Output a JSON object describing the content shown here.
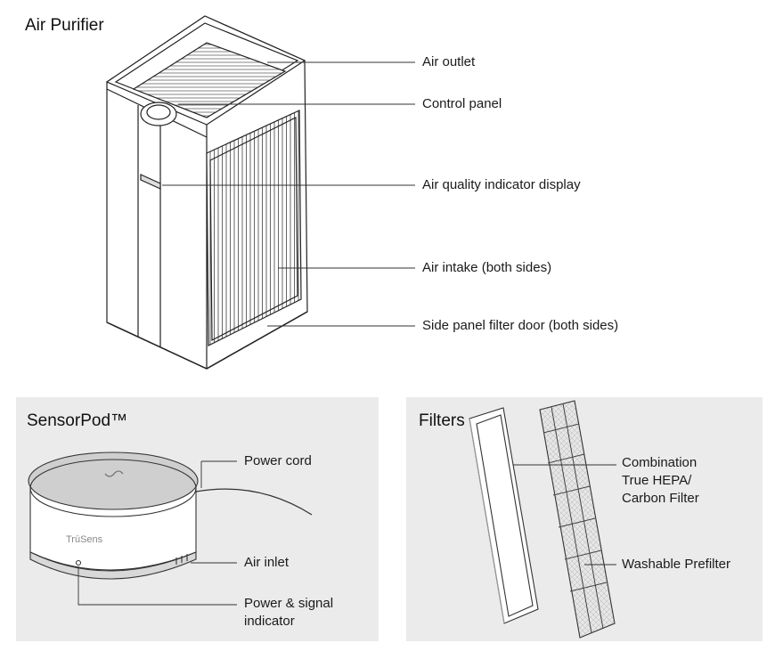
{
  "purifier": {
    "title": "Air Purifier",
    "labels": {
      "outlet": "Air outlet",
      "control": "Control panel",
      "aqi": "Air quality indicator display",
      "intake": "Air intake (both sides)",
      "door": "Side panel filter door (both sides)"
    }
  },
  "sensorpod": {
    "title": "SensorPod™",
    "brand": "TrūSens",
    "labels": {
      "cord": "Power cord",
      "inlet": "Air inlet",
      "indicator_line1": "Power & signal",
      "indicator_line2": "indicator"
    }
  },
  "filters": {
    "title": "Filters",
    "labels": {
      "hepa_line1": "Combination",
      "hepa_line2": "True HEPA/",
      "hepa_line3": "Carbon Filter",
      "prefilter": "Washable Prefilter"
    }
  }
}
